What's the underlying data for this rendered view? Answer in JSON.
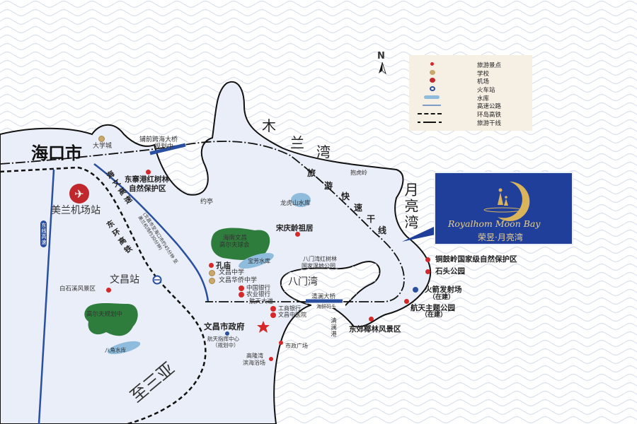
{
  "legend": {
    "items": [
      {
        "icon": "scenic-dot-icon",
        "label": "旅游景点"
      },
      {
        "icon": "school-icon",
        "label": "学校"
      },
      {
        "icon": "airport-icon",
        "label": "机场"
      },
      {
        "icon": "train-station-icon",
        "label": "火车站"
      },
      {
        "icon": "reservoir-icon",
        "label": "水库"
      },
      {
        "icon": "highway-line-icon",
        "label": "高速公路"
      },
      {
        "icon": "rail-dashed-line-icon",
        "label": "环岛高铁"
      },
      {
        "icon": "tourism-dashdot-line-icon",
        "label": "旅游干线"
      }
    ]
  },
  "north": "N",
  "brand": {
    "en": "Royalhom Moon Bay",
    "cn": "荣昱·月亮湾",
    "bg": "#1f3f9a",
    "gold": "#d9b45a"
  },
  "labels": {
    "haikou": "海口市",
    "daxuecheng": "大学城",
    "puqian_bridge": "铺前跨海大桥",
    "puqian_plan": "规划中",
    "dongzhai1": "东寨港红树林",
    "dongzhai2": "自然保护区",
    "meilan": "美兰机场站",
    "haiwen": "海文高速",
    "haiwen_note": "(文昌市至海口市约45分钟 至美兰机场约30分钟)",
    "donghuan": "东环高铁",
    "dongxian": "东线高速",
    "yueting": "约亭",
    "golf1a": "海南文昌",
    "golf1b": "高尔夫球会",
    "baofang": "宝芳水库",
    "longhu": "龙虎山水库",
    "songqingling": "宋庆龄祖居",
    "konmiao": "孔庙",
    "wenchang_zx": "文昌中学",
    "huaqiao_zx": "文昌华侨中学",
    "boc": "中国银行",
    "abc": "农业银行",
    "hangtian_road": "航天大道",
    "icbc": "工商银行",
    "tcm": "文昌中医院",
    "gov": "文昌市政府",
    "command1": "航天指挥中心",
    "command2": "（规划中）",
    "plaza": "市政广场",
    "gaolong1": "高隆湾",
    "gaolong2": "滨海浴场",
    "qinglan_bridge": "清澜大桥",
    "seafood": "海鲜码头",
    "qinglan_port": "清澜港",
    "dongjiao": "东郊椰林风景区",
    "bamen": "八门湾",
    "bamen_park1": "八门湾红树林",
    "bamen_park2": "国家湿地公园",
    "baohu": "抱虎岭",
    "mulan": [
      "木",
      "兰",
      "湾"
    ],
    "tourline": [
      "旅",
      "游",
      "快",
      "速",
      "干",
      "线"
    ],
    "yueliang": "月亮湾",
    "tonggu": "铜鼓岭国家级自然保护区",
    "stone": "石头公园",
    "rocket1": "火箭发射场",
    "rocket2": "（在建）",
    "space1": "航天主题公园",
    "space2": "（在建）",
    "baishixi": "白石溪风景区",
    "wcz": "文昌站",
    "golf2": "高尔夫规划中",
    "bajiao": "八角水库",
    "sanya": "至三亚"
  },
  "colors": {
    "land": "#e9eef8",
    "sea": "#ffffff",
    "highway": "#2a4fa0",
    "golf": "#2e7d3c",
    "reservoir": "#8fbcdc",
    "scenic": "#d62828"
  }
}
